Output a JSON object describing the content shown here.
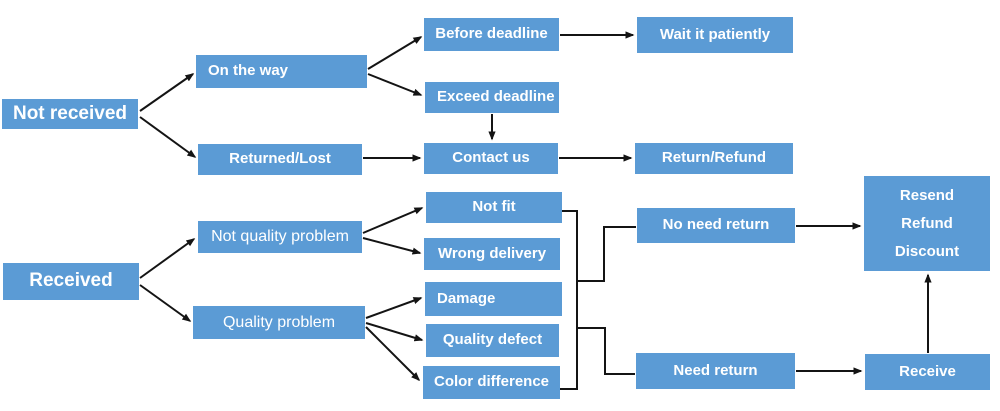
{
  "diagram": {
    "type": "flowchart",
    "background_color": "#FFFFFF",
    "node_fill_color": "#5B9BD5",
    "node_text_color": "#FFFFFF",
    "connector_color": "#141414",
    "nodes": {
      "not_received": {
        "label": "Not received"
      },
      "received": {
        "label": "Received"
      },
      "on_the_way": {
        "label": "On the way"
      },
      "returned_lost": {
        "label": "Returned/Lost"
      },
      "not_quality_problem": {
        "label": "Not quality problem"
      },
      "quality_problem": {
        "label": "Quality problem"
      },
      "before_deadline": {
        "label": "Before deadline"
      },
      "exceed_deadline": {
        "label": "Exceed deadline"
      },
      "contact_us": {
        "label": "Contact us"
      },
      "not_fit": {
        "label": "Not fit"
      },
      "wrong_delivery": {
        "label": "Wrong delivery"
      },
      "damage": {
        "label": "Damage"
      },
      "quality_defect": {
        "label": "Quality defect"
      },
      "color_difference": {
        "label": "Color difference"
      },
      "wait_it_patiently": {
        "label": "Wait it patiently"
      },
      "return_refund": {
        "label": "Return/Refund"
      },
      "no_need_return": {
        "label": "No need return"
      },
      "need_return": {
        "label": "Need return"
      },
      "resend_refund_discount": {
        "lines": [
          "Resend",
          "Refund",
          "Discount"
        ]
      },
      "receive": {
        "label": "Receive"
      }
    },
    "edges": [
      {
        "from": "not_received",
        "to": "on_the_way",
        "style": "arrow"
      },
      {
        "from": "not_received",
        "to": "returned_lost",
        "style": "arrow"
      },
      {
        "from": "on_the_way",
        "to": "before_deadline",
        "style": "arrow"
      },
      {
        "from": "on_the_way",
        "to": "exceed_deadline",
        "style": "arrow"
      },
      {
        "from": "before_deadline",
        "to": "wait_it_patiently",
        "style": "arrow"
      },
      {
        "from": "exceed_deadline",
        "to": "contact_us",
        "style": "arrow"
      },
      {
        "from": "returned_lost",
        "to": "contact_us",
        "style": "arrow"
      },
      {
        "from": "contact_us",
        "to": "return_refund",
        "style": "arrow"
      },
      {
        "from": "received",
        "to": "not_quality_problem",
        "style": "arrow"
      },
      {
        "from": "received",
        "to": "quality_problem",
        "style": "arrow"
      },
      {
        "from": "not_quality_problem",
        "to": "not_fit",
        "style": "arrow"
      },
      {
        "from": "not_quality_problem",
        "to": "wrong_delivery",
        "style": "arrow"
      },
      {
        "from": "quality_problem",
        "to": "damage",
        "style": "arrow"
      },
      {
        "from": "quality_problem",
        "to": "quality_defect",
        "style": "arrow"
      },
      {
        "from": "quality_problem",
        "to": "color_difference",
        "style": "arrow"
      },
      {
        "from": "not_fit",
        "to": "spine",
        "style": "elbow"
      },
      {
        "from": "color_difference",
        "to": "spine",
        "style": "elbow"
      },
      {
        "from": "spine",
        "to": "no_need_return",
        "style": "elbow"
      },
      {
        "from": "spine",
        "to": "need_return",
        "style": "elbow"
      },
      {
        "from": "no_need_return",
        "to": "resend_refund_discount",
        "style": "arrow"
      },
      {
        "from": "need_return",
        "to": "receive",
        "style": "arrow"
      },
      {
        "from": "receive",
        "to": "resend_refund_discount",
        "style": "arrow"
      }
    ]
  }
}
